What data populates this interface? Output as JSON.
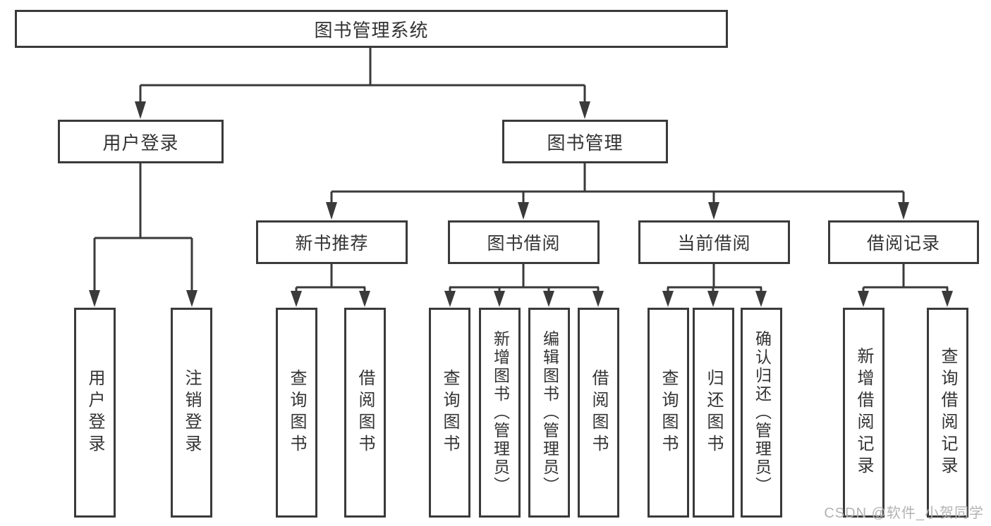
{
  "tree": {
    "root": {
      "label": "图书管理系统"
    },
    "branches": [
      {
        "label": "用户登录",
        "children": [
          {
            "label": "用户登录"
          },
          {
            "label": "注销登录"
          }
        ]
      },
      {
        "label": "图书管理",
        "children": [
          {
            "label": "新书推荐",
            "children": [
              {
                "label": "查询图书"
              },
              {
                "label": "借阅图书"
              }
            ]
          },
          {
            "label": "图书借阅",
            "children": [
              {
                "label": "查询图书"
              },
              {
                "label": "新增图书（管理员）"
              },
              {
                "label": "编辑图书（管理员）"
              },
              {
                "label": "借阅图书"
              }
            ]
          },
          {
            "label": "当前借阅",
            "children": [
              {
                "label": "查询图书"
              },
              {
                "label": "归还图书"
              },
              {
                "label": "确认归还（管理员）"
              }
            ]
          },
          {
            "label": "借阅记录",
            "children": [
              {
                "label": "新增借阅记录"
              },
              {
                "label": "查询借阅记录"
              }
            ]
          }
        ]
      }
    ]
  },
  "watermark": "CSDN @软件_小贺同学",
  "colors": {
    "line": "#3a3a3a",
    "text": "#333333",
    "box_bg": "#ffffff",
    "background": "#ffffff",
    "watermark": "#b3b3b3"
  }
}
